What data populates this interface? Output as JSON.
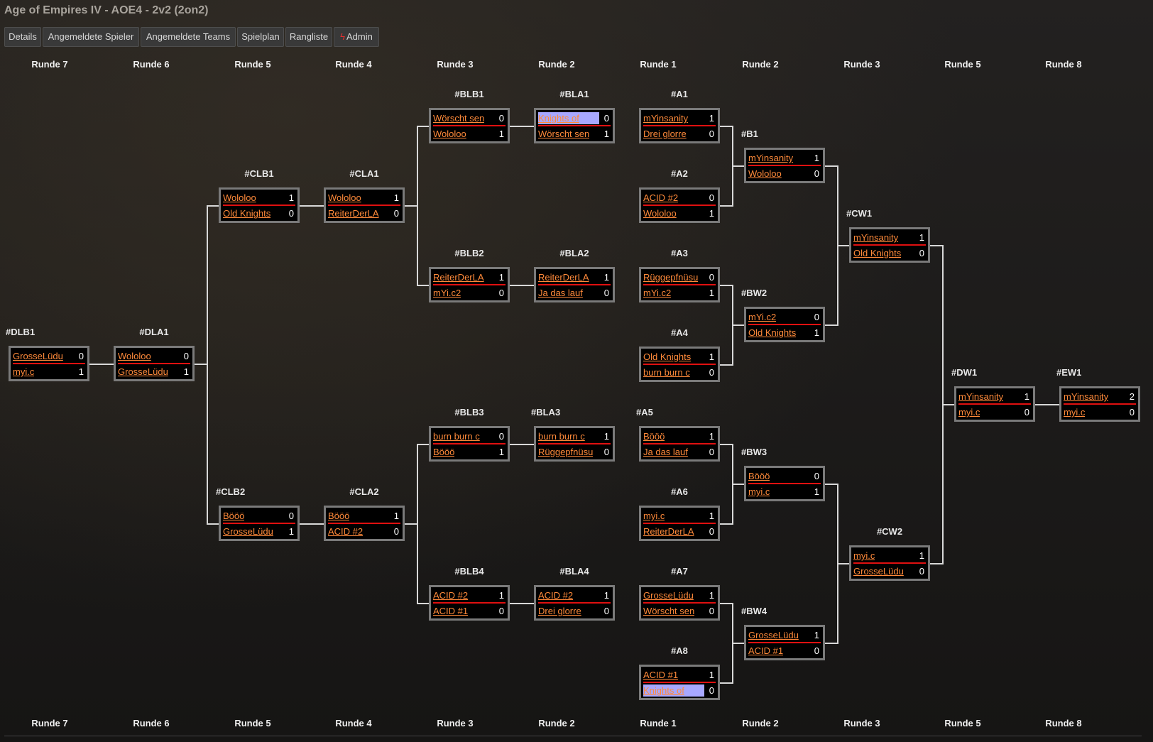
{
  "title": "Age of Empires IV - AOE4 - 2v2 (2on2)",
  "nav": [
    {
      "label": "Details"
    },
    {
      "label": "Angemeldete Spieler"
    },
    {
      "label": "Angemeldete Teams"
    },
    {
      "label": "Spielplan"
    },
    {
      "label": "Rangliste"
    },
    {
      "label": "Admin",
      "icon": "bolt-icon"
    }
  ],
  "rounds": [
    "Runde 7",
    "Runde 6",
    "Runde 5",
    "Runde 4",
    "Runde 3",
    "Runde 2",
    "Runde 1",
    "Runde 2",
    "Runde 3",
    "Runde 5",
    "Runde 8"
  ],
  "matches": {
    "DLB1": {
      "label": "#DLB1",
      "teams": [
        {
          "name": "GrosseLüdu",
          "score": "0"
        },
        {
          "name": "myi.c",
          "score": "1"
        }
      ]
    },
    "DLA1": {
      "label": "#DLA1",
      "teams": [
        {
          "name": "Wololoo",
          "score": "0"
        },
        {
          "name": "GrosseLüdu",
          "score": "1"
        }
      ]
    },
    "CLB1": {
      "label": "#CLB1",
      "teams": [
        {
          "name": "Wololoo",
          "score": "1"
        },
        {
          "name": "Old Knights",
          "score": "0"
        }
      ]
    },
    "CLB2": {
      "label": "#CLB2",
      "teams": [
        {
          "name": "Bööö",
          "score": "0"
        },
        {
          "name": "GrosseLüdu",
          "score": "1"
        }
      ]
    },
    "CLA1": {
      "label": "#CLA1",
      "teams": [
        {
          "name": "Wololoo",
          "score": "1"
        },
        {
          "name": "ReiterDerLA",
          "score": "0"
        }
      ]
    },
    "CLA2": {
      "label": "#CLA2",
      "teams": [
        {
          "name": "Bööö",
          "score": "1"
        },
        {
          "name": "ACID #2",
          "score": "0"
        }
      ]
    },
    "BLB1": {
      "label": "#BLB1",
      "teams": [
        {
          "name": "Wörscht sen",
          "score": "0"
        },
        {
          "name": "Wololoo",
          "score": "1"
        }
      ]
    },
    "BLB2": {
      "label": "#BLB2",
      "teams": [
        {
          "name": "ReiterDerLA",
          "score": "1"
        },
        {
          "name": "mYi.c2",
          "score": "0"
        }
      ]
    },
    "BLB3": {
      "label": "#BLB3",
      "teams": [
        {
          "name": "burn burn c",
          "score": "0"
        },
        {
          "name": "Bööö",
          "score": "1"
        }
      ]
    },
    "BLB4": {
      "label": "#BLB4",
      "teams": [
        {
          "name": "ACID #2",
          "score": "1"
        },
        {
          "name": "ACID #1",
          "score": "0"
        }
      ]
    },
    "BLA1": {
      "label": "#BLA1",
      "teams": [
        {
          "name": "Knights of",
          "score": "0",
          "bye": true
        },
        {
          "name": "Wörscht sen",
          "score": "1"
        }
      ]
    },
    "BLA2": {
      "label": "#BLA2",
      "teams": [
        {
          "name": "ReiterDerLA",
          "score": "1"
        },
        {
          "name": "Ja das lauf",
          "score": "0"
        }
      ]
    },
    "BLA3": {
      "label": "#BLA3",
      "teams": [
        {
          "name": "burn burn c",
          "score": "1"
        },
        {
          "name": "Rüggepfnüsu",
          "score": "0"
        }
      ]
    },
    "BLA4": {
      "label": "#BLA4",
      "teams": [
        {
          "name": "ACID #2",
          "score": "1"
        },
        {
          "name": "Drei glorre",
          "score": "0"
        }
      ]
    },
    "A1": {
      "label": "#A1",
      "teams": [
        {
          "name": "mYinsanity",
          "score": "1"
        },
        {
          "name": "Drei glorre",
          "score": "0"
        }
      ]
    },
    "A2": {
      "label": "#A2",
      "teams": [
        {
          "name": "ACID #2",
          "score": "0"
        },
        {
          "name": "Wololoo",
          "score": "1"
        }
      ]
    },
    "A3": {
      "label": "#A3",
      "teams": [
        {
          "name": "Rüggepfnüsu",
          "score": "0"
        },
        {
          "name": "mYi.c2",
          "score": "1"
        }
      ]
    },
    "A4": {
      "label": "#A4",
      "teams": [
        {
          "name": "Old Knights",
          "score": "1"
        },
        {
          "name": "burn burn c",
          "score": "0"
        }
      ]
    },
    "A5": {
      "label": "#A5",
      "teams": [
        {
          "name": "Bööö",
          "score": "1"
        },
        {
          "name": "Ja das lauf",
          "score": "0"
        }
      ]
    },
    "A6": {
      "label": "#A6",
      "teams": [
        {
          "name": "myi.c",
          "score": "1"
        },
        {
          "name": "ReiterDerLA",
          "score": "0"
        }
      ]
    },
    "A7": {
      "label": "#A7",
      "teams": [
        {
          "name": "GrosseLüdu",
          "score": "1"
        },
        {
          "name": "Wörscht sen",
          "score": "0"
        }
      ]
    },
    "A8": {
      "label": "#A8",
      "teams": [
        {
          "name": "ACID #1",
          "score": "1"
        },
        {
          "name": "Knights of",
          "score": "0",
          "bye": true
        }
      ]
    },
    "B1": {
      "label": "#B1",
      "teams": [
        {
          "name": "mYinsanity",
          "score": "1"
        },
        {
          "name": "Wololoo",
          "score": "0"
        }
      ]
    },
    "BW2": {
      "label": "#BW2",
      "teams": [
        {
          "name": "mYi.c2",
          "score": "0"
        },
        {
          "name": "Old Knights",
          "score": "1"
        }
      ]
    },
    "BW3": {
      "label": "#BW3",
      "teams": [
        {
          "name": "Bööö",
          "score": "0"
        },
        {
          "name": "myi.c",
          "score": "1"
        }
      ]
    },
    "BW4": {
      "label": "#BW4",
      "teams": [
        {
          "name": "GrosseLüdu",
          "score": "1"
        },
        {
          "name": "ACID #1",
          "score": "0"
        }
      ]
    },
    "CW1": {
      "label": "#CW1",
      "teams": [
        {
          "name": "mYinsanity",
          "score": "1"
        },
        {
          "name": "Old Knights",
          "score": "0"
        }
      ]
    },
    "CW2": {
      "label": "#CW2",
      "teams": [
        {
          "name": "myi.c",
          "score": "1"
        },
        {
          "name": "GrosseLüdu",
          "score": "0"
        }
      ]
    },
    "DW1": {
      "label": "#DW1",
      "teams": [
        {
          "name": "mYinsanity",
          "score": "1"
        },
        {
          "name": "myi.c",
          "score": "0"
        }
      ]
    },
    "EW1": {
      "label": "#EW1",
      "teams": [
        {
          "name": "mYinsanity",
          "score": "2"
        },
        {
          "name": "myi.c",
          "score": "0"
        }
      ]
    }
  }
}
